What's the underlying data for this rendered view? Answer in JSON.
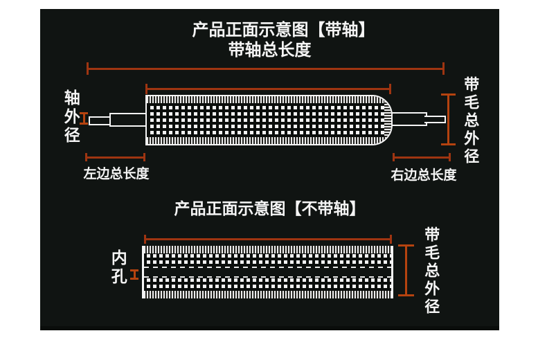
{
  "colors": {
    "page_background": "#ffffff",
    "panel_background": "#101412",
    "dimension_line": "#9f3511",
    "dimension_accent": "#b5430f",
    "text": "#f5f5f5"
  },
  "top_diagram": {
    "title": "产品正面示意图【带轴】",
    "labels": {
      "total_length": "带轴总长度",
      "shaft_outer_diameter": "轴外径",
      "bristle_outer_diameter": "带毛总外径",
      "left_length": "左边总长度",
      "right_length": "右边总长度"
    }
  },
  "bottom_diagram": {
    "title": "产品正面示意图【不带轴】",
    "labels": {
      "inner_hole": "内孔",
      "bristle_outer_diameter": "带毛总外径"
    }
  }
}
